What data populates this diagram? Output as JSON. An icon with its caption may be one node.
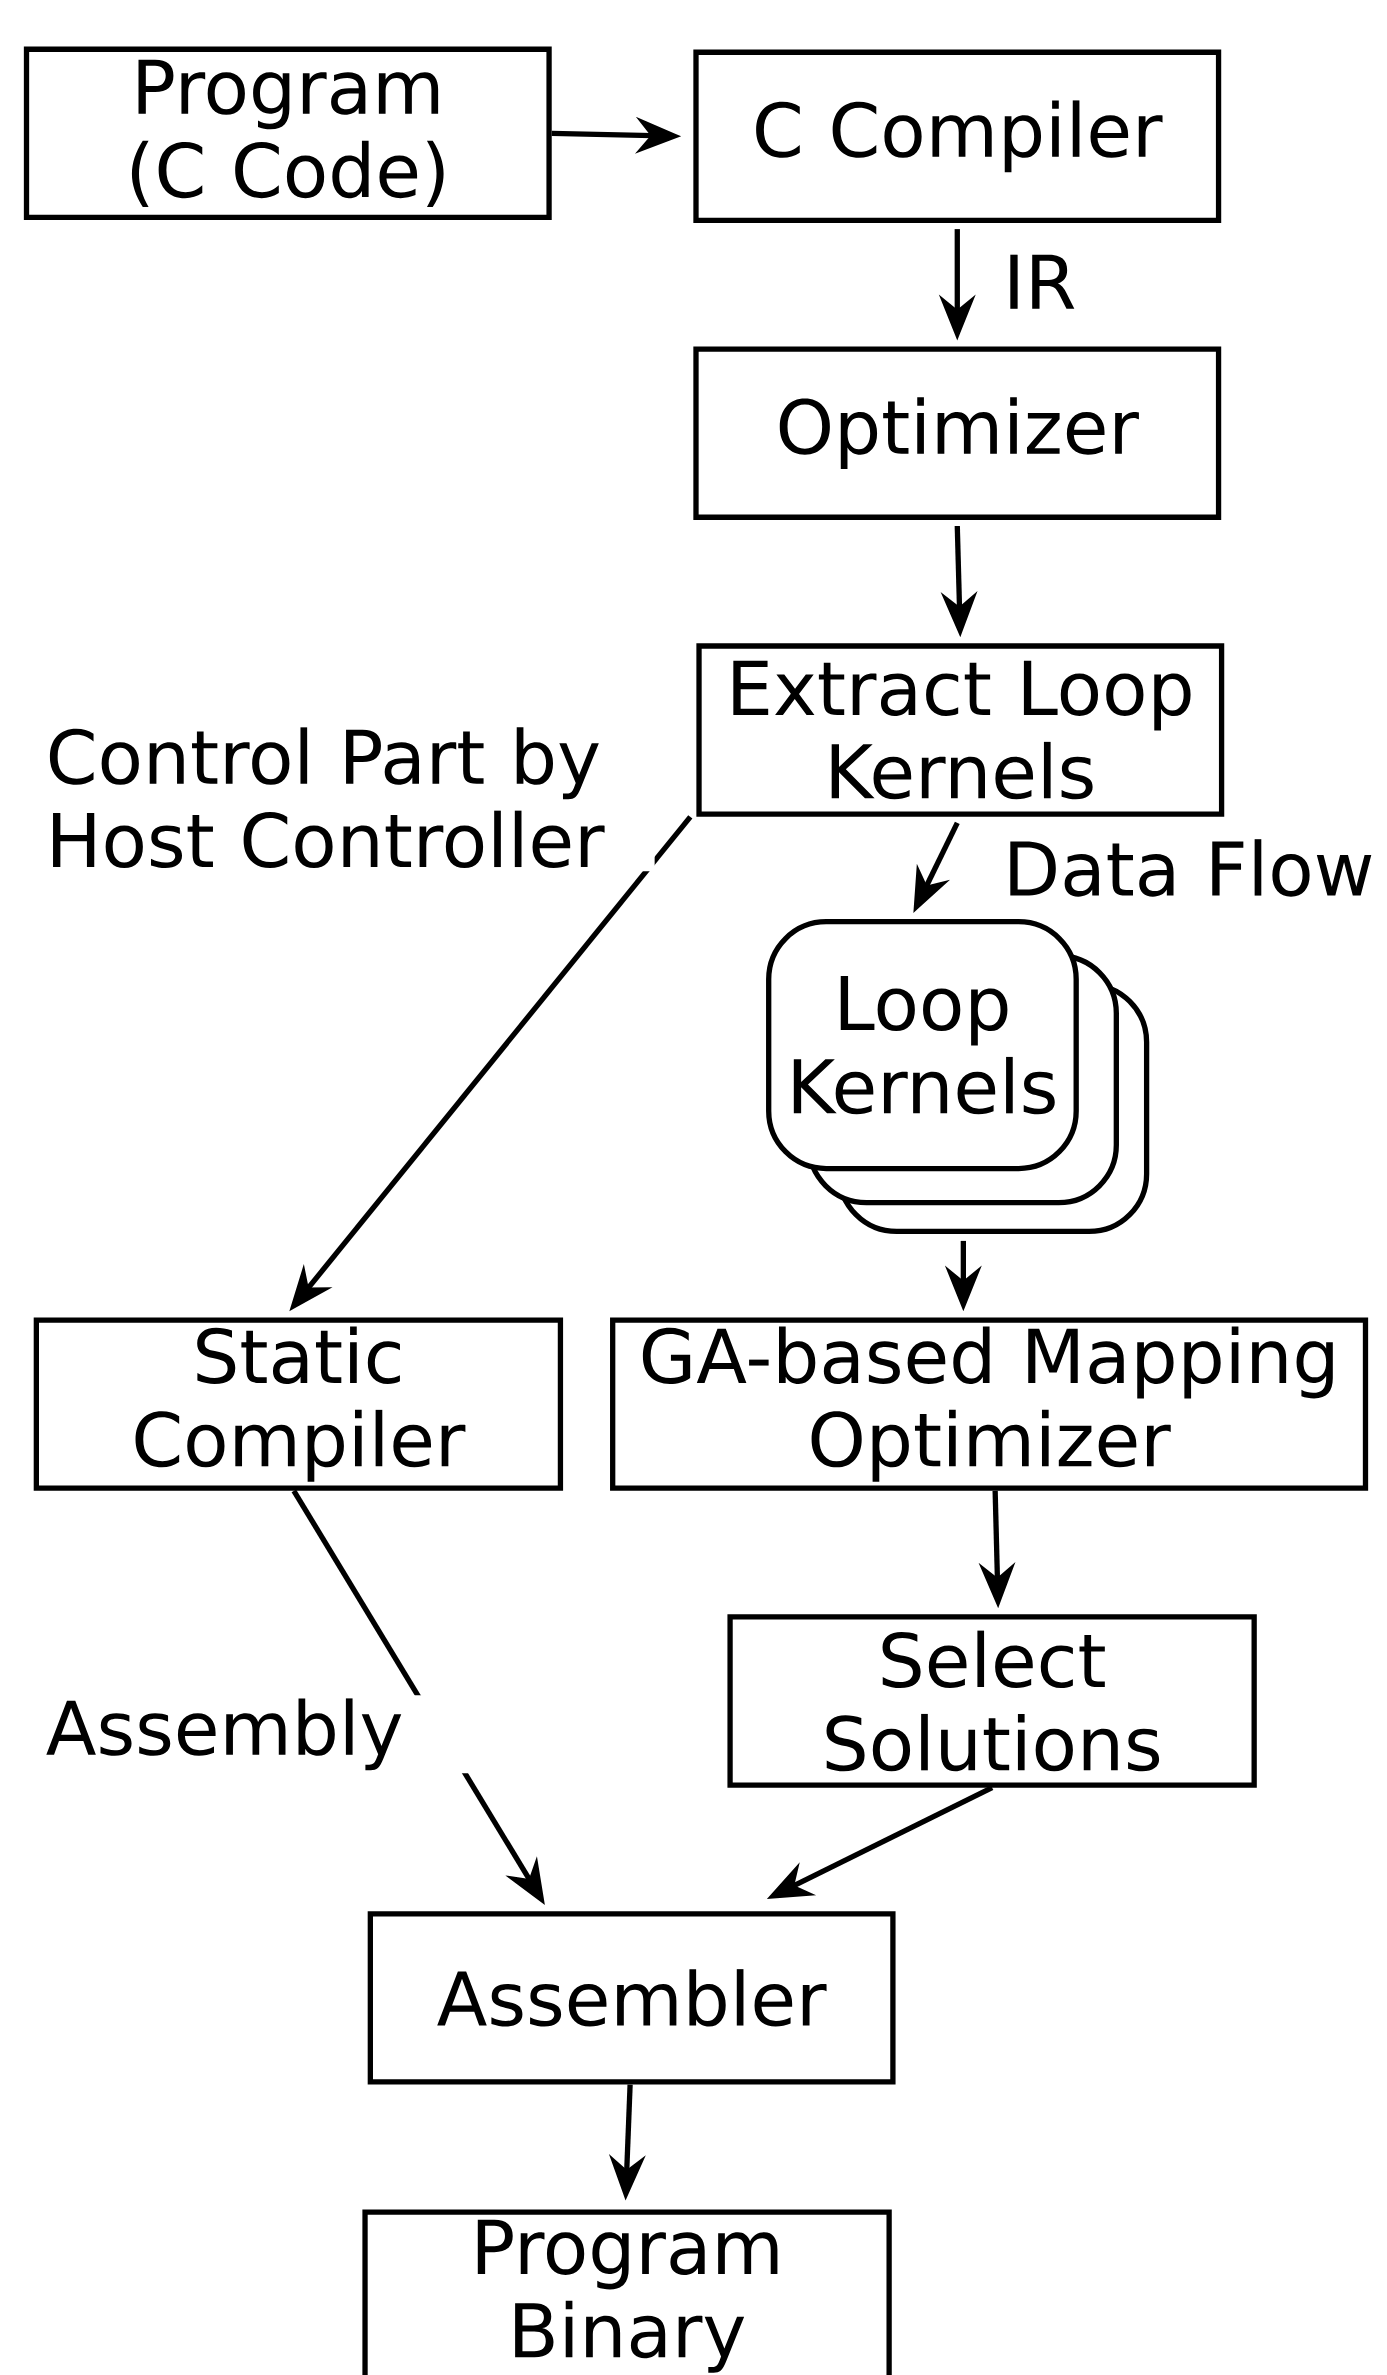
{
  "diagram": {
    "nodes": [
      {
        "text": [
          "Program (C Code)"
        ]
      },
      {
        "text": [
          "C Compiler"
        ]
      },
      {
        "text": [
          "Optimizer"
        ]
      },
      {
        "text": [
          "Extract Loop Kernels"
        ]
      },
      {
        "text": [
          "Loop Kernels"
        ]
      },
      {
        "text": [
          "Static Compiler"
        ]
      },
      {
        "text": [
          "GA-based Mapping Optimizer"
        ]
      },
      {
        "text": [
          "Select Solutions"
        ]
      },
      {
        "text": [
          "Assembler"
        ]
      },
      {
        "text": [
          "Program Binary"
        ]
      }
    ],
    "edges": [
      {
        "from": 0,
        "to": 1,
        "arrow": "to"
      },
      {
        "from": 1,
        "to": 2,
        "arrow": "to",
        "label": "IR"
      },
      {
        "from": 2,
        "to": 3,
        "arrow": "to"
      },
      {
        "from": 3,
        "to": 4,
        "arrow": "to",
        "label": "Data Flow"
      },
      {
        "from": 3,
        "to": 5,
        "arrow": "to",
        "label": "Control Part by Host Controller"
      },
      {
        "from": 4,
        "to": 6,
        "arrow": "to"
      },
      {
        "from": 6,
        "to": 7,
        "arrow": "to"
      },
      {
        "from": 5,
        "to": 8,
        "arrow": "to",
        "label": "Assembly"
      },
      {
        "from": 7,
        "to": 8,
        "arrow": "to"
      },
      {
        "from": 8,
        "to": 9,
        "arrow": "to"
      }
    ]
  }
}
